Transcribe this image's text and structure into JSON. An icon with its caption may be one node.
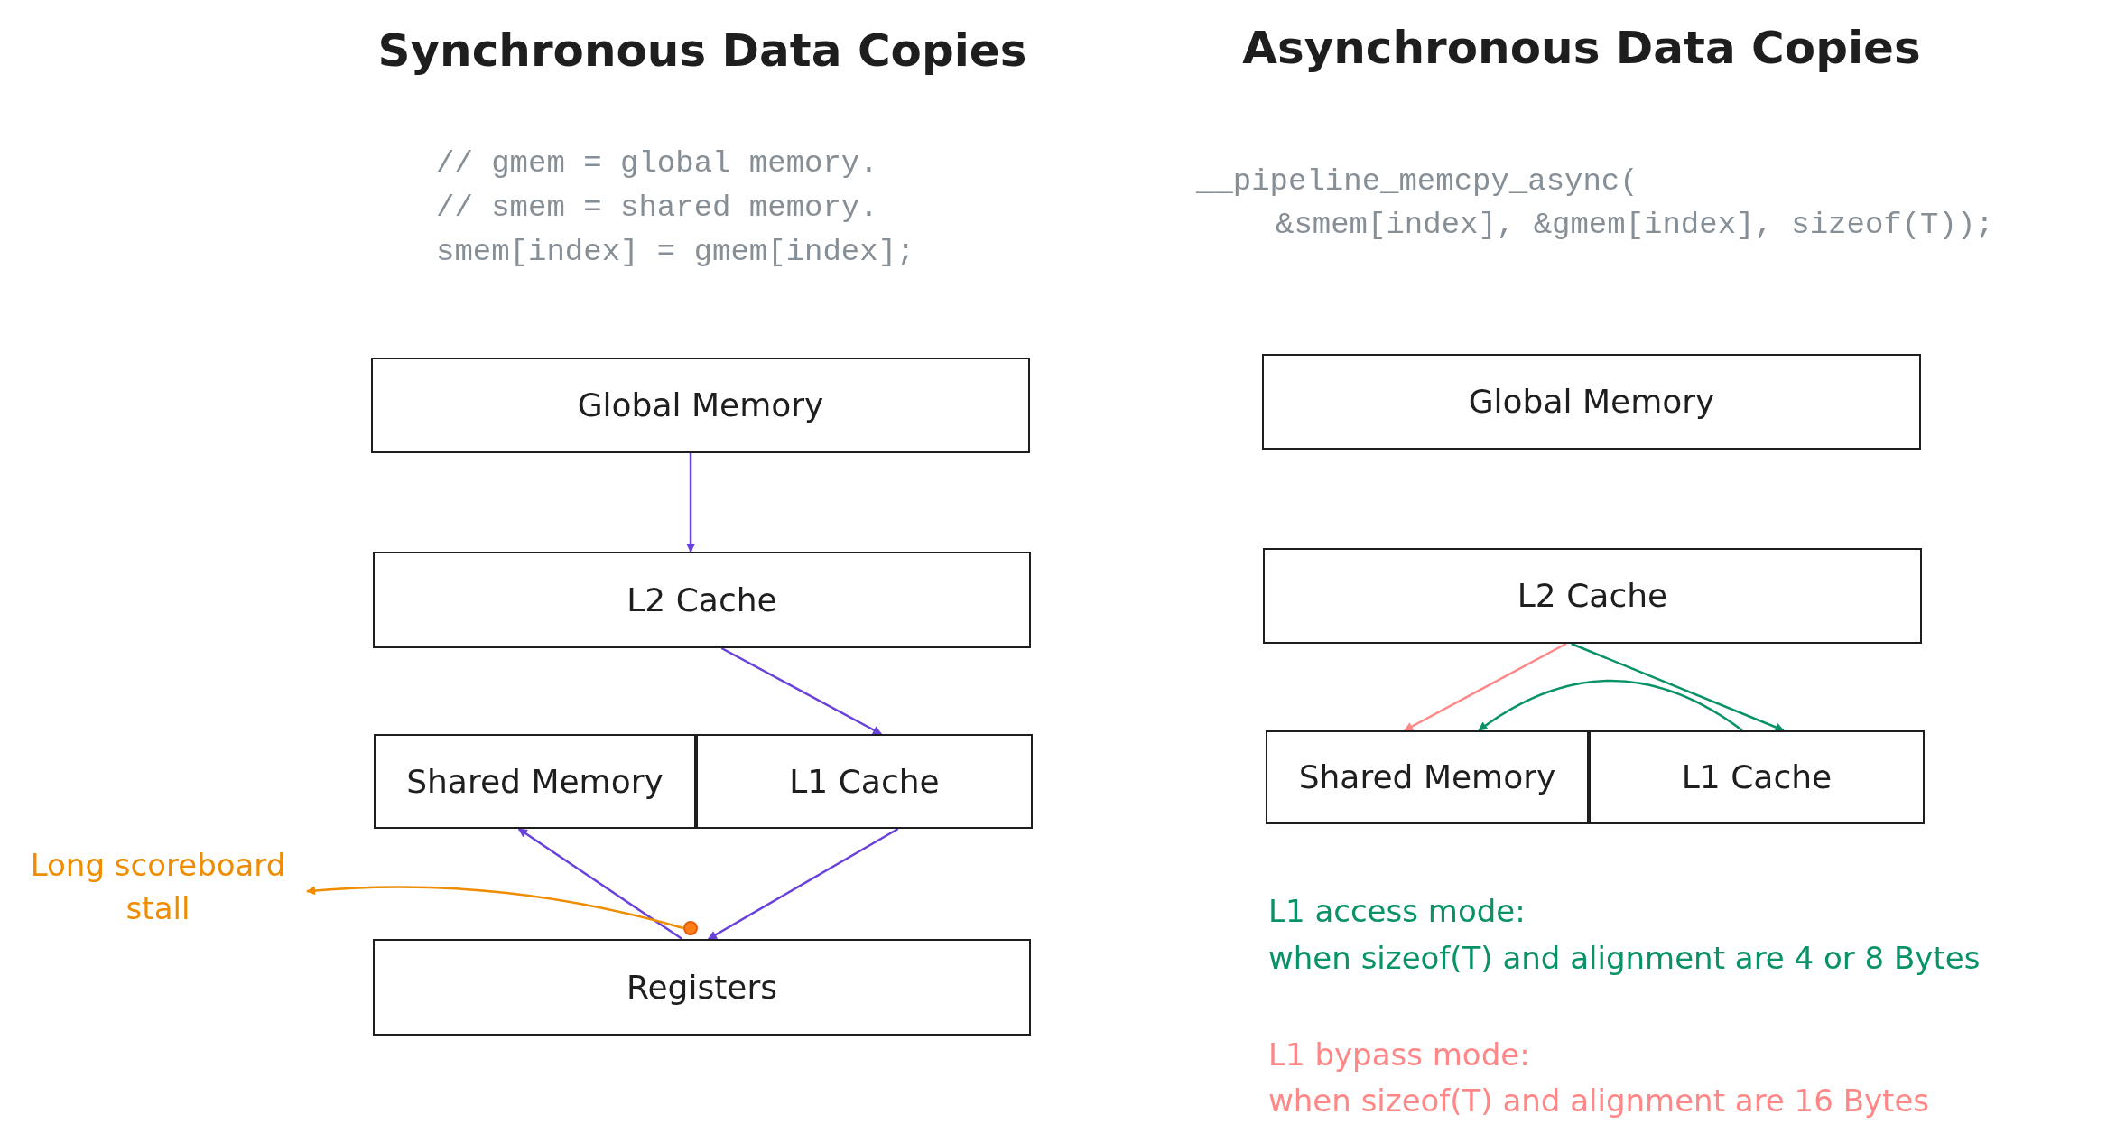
{
  "diagram": {
    "nodes": [
      {
        "text": [
          "Global Memory"
        ]
      },
      {
        "text": [
          "L2 Cache"
        ]
      },
      {
        "text": [
          "Shared Memory"
        ]
      },
      {
        "text": [
          "L1 Cache"
        ]
      },
      {
        "text": [
          "Registers"
        ]
      },
      {
        "text": [
          "Long scoreboard stall"
        ]
      },
      {
        "text": [],
        "shape": "circle"
      },
      {
        "text": [
          "Global Memory"
        ]
      },
      {
        "text": [
          "L2 Cache"
        ]
      },
      {
        "text": [
          "Shared Memory"
        ]
      },
      {
        "text": [
          "L1 Cache"
        ]
      }
    ],
    "edges": [
      {
        "from": 0,
        "to": 1,
        "arrow": "to"
      },
      {
        "from": 1,
        "to": 3,
        "arrow": "to"
      },
      {
        "from": 3,
        "to": 4,
        "arrow": "to"
      },
      {
        "from": 4,
        "to": 2,
        "arrow": "to"
      },
      {
        "from": 6,
        "to": 5,
        "arrow": "to",
        "color": "#f08c00"
      },
      {
        "from": 8,
        "to": 9,
        "arrow": "to",
        "color": "#ff8787"
      },
      {
        "from": 8,
        "to": 10,
        "arrow": "to",
        "color": "#099268"
      },
      {
        "from": 10,
        "to": 9,
        "arrow": "to",
        "color": "#099268"
      }
    ],
    "labels": [
      "Synchronous Data Copies",
      "Asynchronous Data Copies",
      "// gmem = global memory.",
      "// smem = shared memory.",
      "smem[index] = gmem[index];",
      "__pipeline_memcpy_async(",
      "&smem[index], &gmem[index], sizeof(T));",
      "L1 access mode:",
      "when sizeof(T) and alignment are 4 or 8 Bytes",
      "L1 bypass mode:",
      "when sizeof(T) and alignment are 16 Bytes"
    ]
  }
}
